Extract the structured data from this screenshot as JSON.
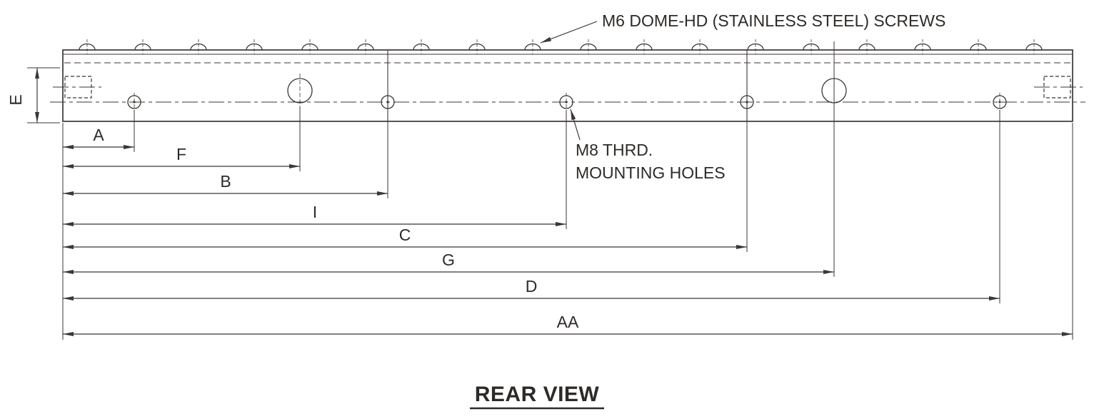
{
  "title": "REAR VIEW",
  "callouts": {
    "screws": "M6 DOME-HD (STAINLESS STEEL) SCREWS",
    "mounting_line1": "M8 THRD.",
    "mounting_line2": "MOUNTING HOLES"
  },
  "dimensions": {
    "a": "A",
    "f": "F",
    "b": "B",
    "i": "I",
    "c": "C",
    "g": "G",
    "d": "D",
    "aa": "AA",
    "e": "E"
  },
  "colors": {
    "line": "#3b3734",
    "text": "#2e2a27",
    "background": "#ffffff"
  }
}
